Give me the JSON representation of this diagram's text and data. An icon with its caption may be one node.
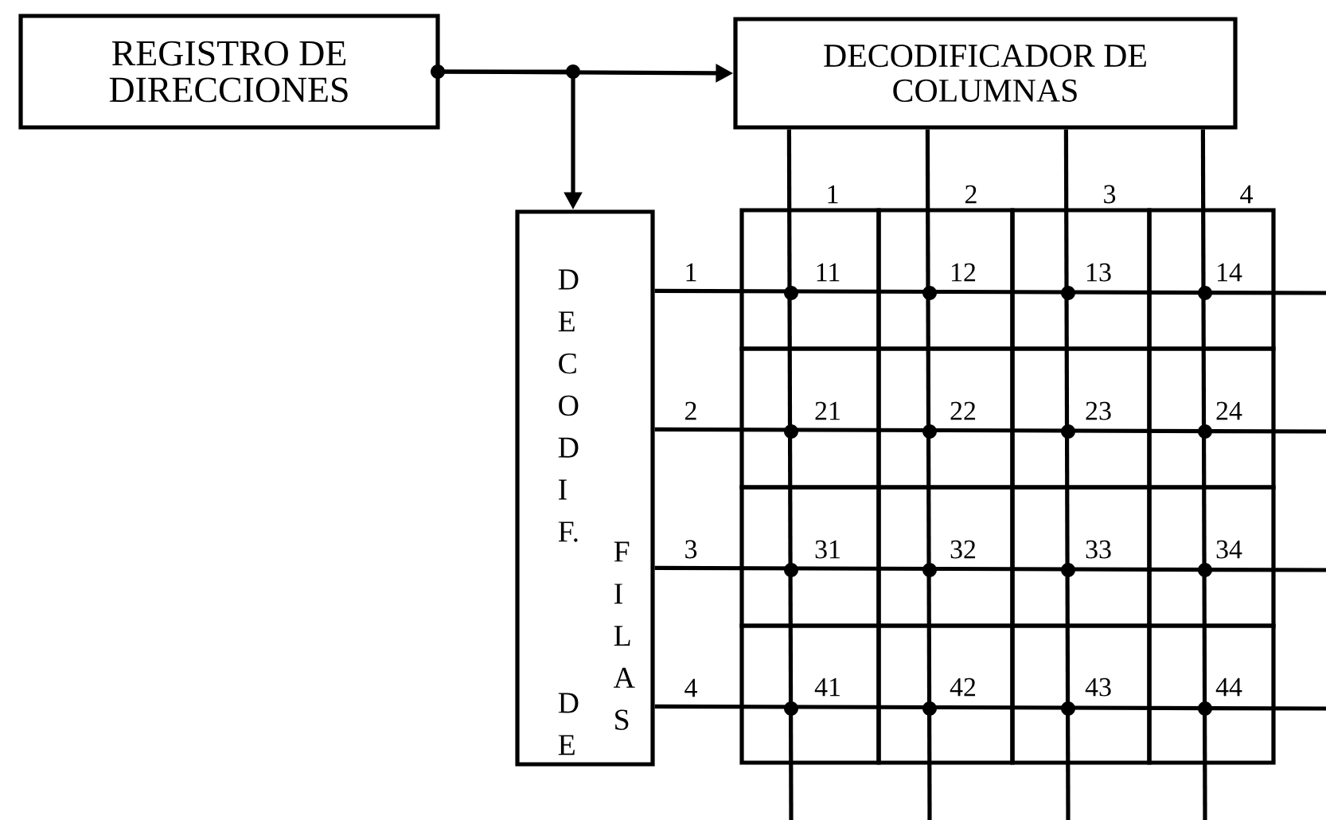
{
  "diagram": {
    "nodes": [
      {
        "text": [
          "REGISTRO DE DIRECCIONES"
        ]
      },
      {
        "text": [
          "DECODIFICADOR DE COLUMNAS"
        ]
      },
      {
        "text": [
          "DECODIF.",
          "DE",
          "FILAS"
        ]
      },
      {
        "text": [
          "11"
        ]
      },
      {
        "text": [
          "12"
        ]
      },
      {
        "text": [
          "13"
        ]
      },
      {
        "text": [
          "14"
        ]
      },
      {
        "text": [
          "21"
        ]
      },
      {
        "text": [
          "22"
        ]
      },
      {
        "text": [
          "23"
        ]
      },
      {
        "text": [
          "24"
        ]
      },
      {
        "text": [
          "31"
        ]
      },
      {
        "text": [
          "32"
        ]
      },
      {
        "text": [
          "33"
        ]
      },
      {
        "text": [
          "34"
        ]
      },
      {
        "text": [
          "41"
        ]
      },
      {
        "text": [
          "42"
        ]
      },
      {
        "text": [
          "43"
        ]
      },
      {
        "text": [
          "44"
        ]
      }
    ],
    "edges": [
      {
        "from": 0,
        "to": 1,
        "arrow": "to"
      },
      {
        "from": 0,
        "to": 2,
        "arrow": "to"
      },
      {
        "from": 1,
        "to": null,
        "arrow": "none",
        "label": "1"
      },
      {
        "from": 1,
        "to": null,
        "arrow": "none",
        "label": "2"
      },
      {
        "from": 1,
        "to": null,
        "arrow": "none",
        "label": "3"
      },
      {
        "from": 1,
        "to": null,
        "arrow": "none",
        "label": "4"
      },
      {
        "from": 2,
        "to": null,
        "arrow": "none",
        "label": "1"
      },
      {
        "from": 2,
        "to": null,
        "arrow": "none",
        "label": "2"
      },
      {
        "from": 2,
        "to": null,
        "arrow": "none",
        "label": "3"
      },
      {
        "from": 2,
        "to": null,
        "arrow": "none",
        "label": "4"
      }
    ]
  }
}
